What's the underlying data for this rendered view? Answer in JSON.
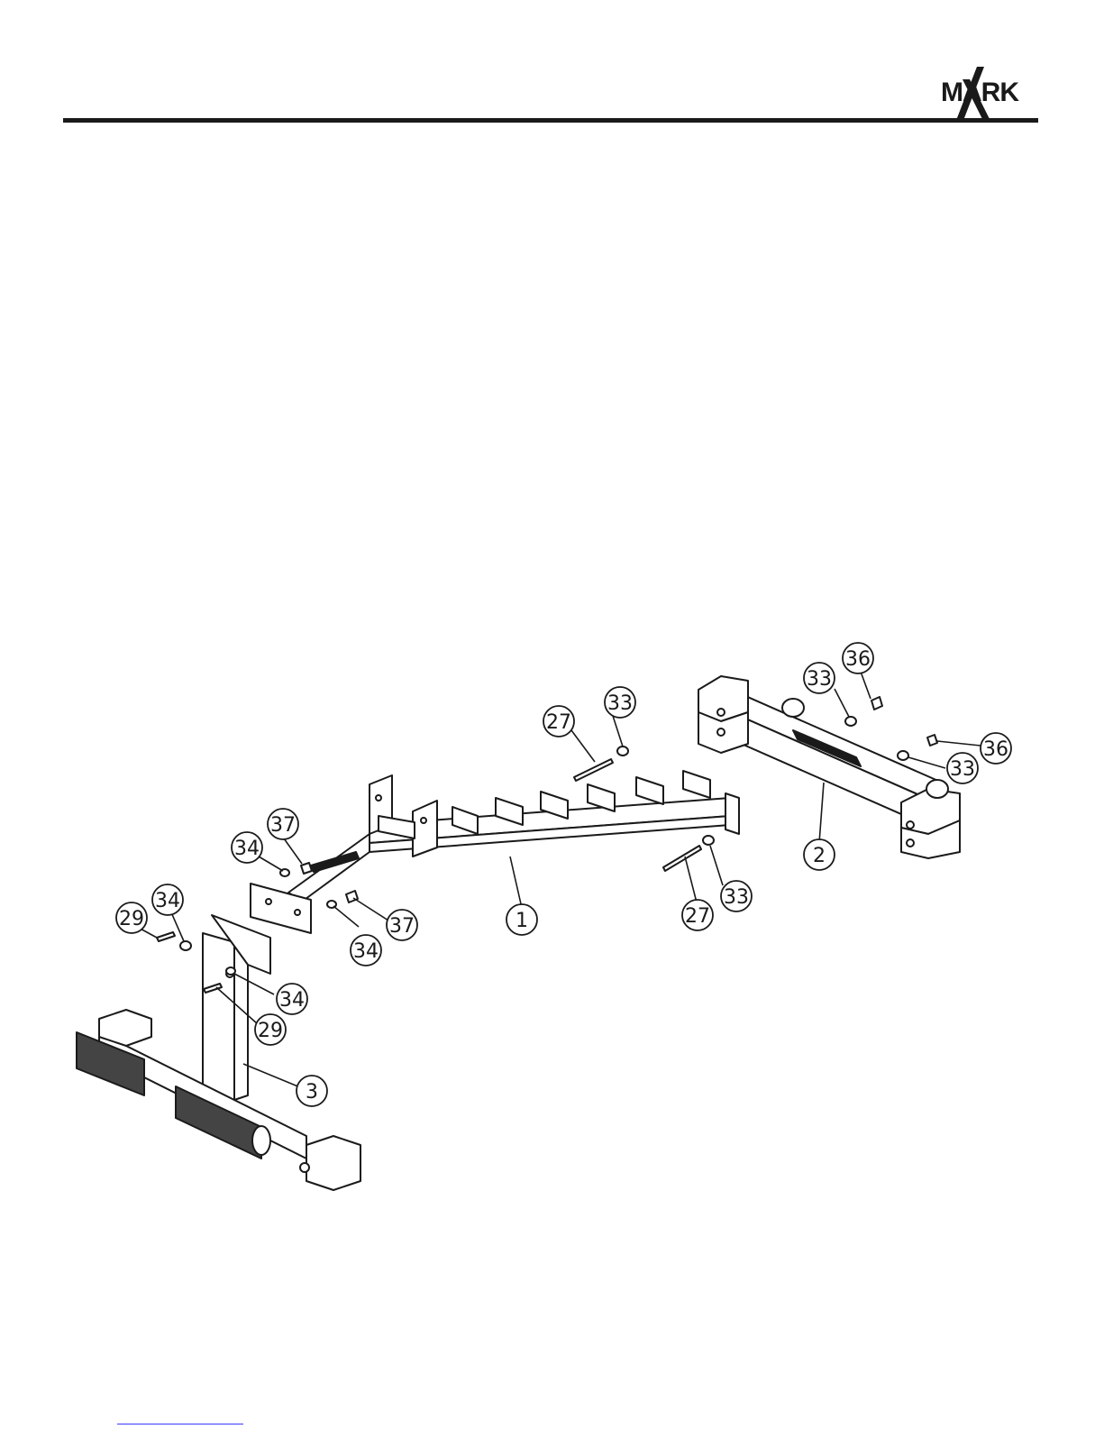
{
  "logo": {
    "text": "MARK",
    "mark": "X"
  },
  "callouts": [
    {
      "id": "c1",
      "label": "1"
    },
    {
      "id": "c2",
      "label": "2"
    },
    {
      "id": "c3",
      "label": "3"
    },
    {
      "id": "c27a",
      "label": "27"
    },
    {
      "id": "c27b",
      "label": "27"
    },
    {
      "id": "c29a",
      "label": "29"
    },
    {
      "id": "c29b",
      "label": "29"
    },
    {
      "id": "c33a",
      "label": "33"
    },
    {
      "id": "c33b",
      "label": "33"
    },
    {
      "id": "c33c",
      "label": "33"
    },
    {
      "id": "c33d",
      "label": "33"
    },
    {
      "id": "c34a",
      "label": "34"
    },
    {
      "id": "c34b",
      "label": "34"
    },
    {
      "id": "c34c",
      "label": "34"
    },
    {
      "id": "c34d",
      "label": "34"
    },
    {
      "id": "c36a",
      "label": "36"
    },
    {
      "id": "c36b",
      "label": "36"
    },
    {
      "id": "c37a",
      "label": "37"
    },
    {
      "id": "c37b",
      "label": "37"
    }
  ]
}
